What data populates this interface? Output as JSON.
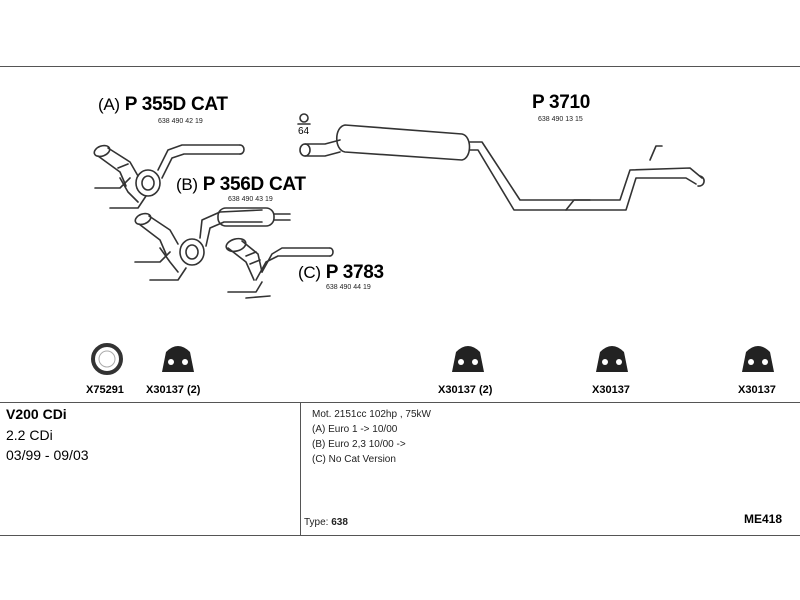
{
  "parts": {
    "a": {
      "label": "(A)",
      "name": "P 355D CAT",
      "number": "638 490 42 19"
    },
    "b": {
      "label": "(B)",
      "name": "P 356D CAT",
      "number": "638 490 43 19"
    },
    "c": {
      "label": "(C)",
      "name": "P 3783",
      "number": "638 490 44 19"
    },
    "rear": {
      "name": "P 3710",
      "number": "638 490 13 15"
    },
    "clamp": {
      "number": "64"
    }
  },
  "fittings": [
    {
      "code": "X75291",
      "icon": "ring-icon"
    },
    {
      "code": "X30137 (2)",
      "icon": "rubber-mount-icon"
    },
    {
      "code": "X30137 (2)",
      "icon": "rubber-mount-icon"
    },
    {
      "code": "X30137",
      "icon": "rubber-mount-icon"
    },
    {
      "code": "X30137",
      "icon": "rubber-mount-icon"
    }
  ],
  "vehicle": {
    "model": "V200 CDi",
    "engine": "2.2 CDi",
    "years": "03/99 - 09/03"
  },
  "specs": {
    "motor": "Mot. 2151cc 102hp , 75kW",
    "line_a": "(A) Euro 1 -> 10/00",
    "line_b": "(B) Euro 2,3 10/00 ->",
    "line_c": "(C) No Cat Version",
    "type_label": "Type:",
    "type_value": "638",
    "ref": "ME418"
  }
}
